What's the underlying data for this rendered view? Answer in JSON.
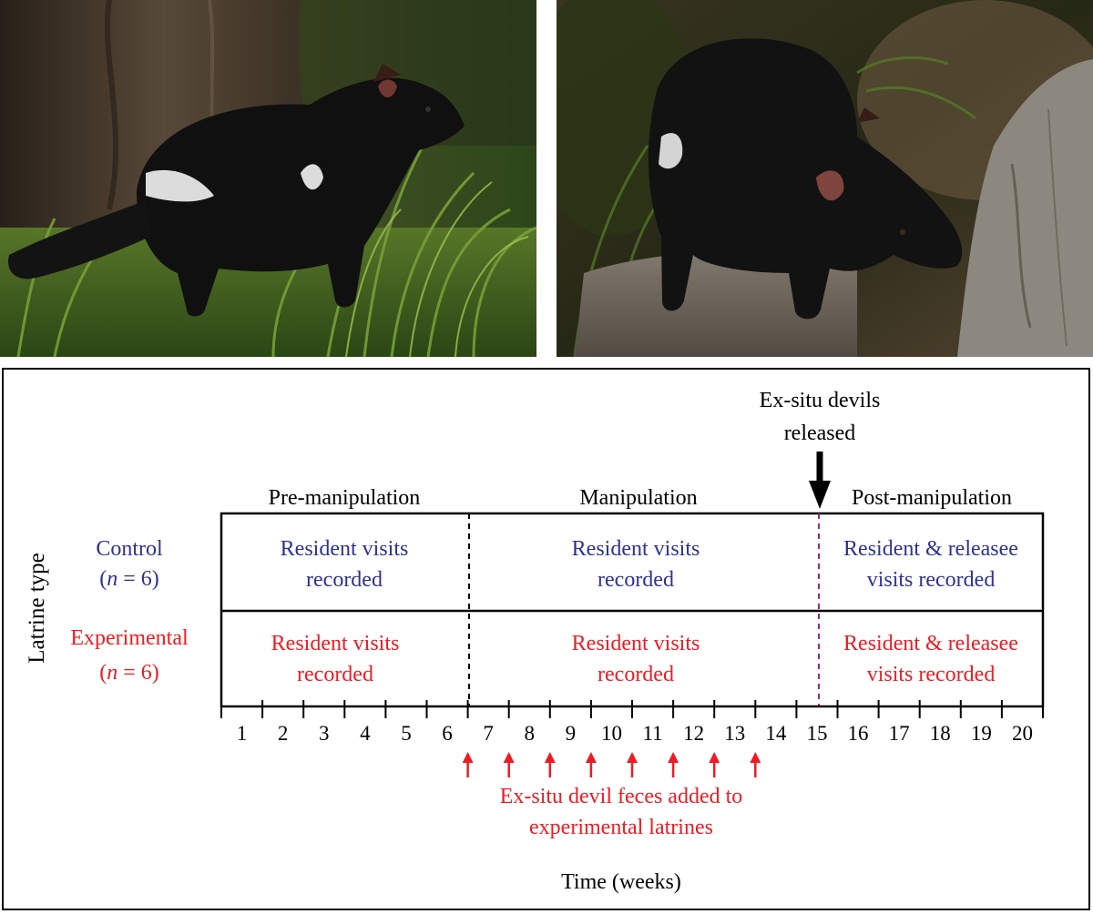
{
  "photos": [
    {
      "name": "tasmanian-devil-photo-left"
    },
    {
      "name": "tasmanian-devil-photo-right"
    }
  ],
  "diagram": {
    "y_axis_label": "Latrine type",
    "x_axis_label": "Time (weeks)",
    "release_label_line1": "Ex-situ devils",
    "release_label_line2": "released",
    "phases": {
      "pre": "Pre-manipulation",
      "manip": "Manipulation",
      "post": "Post-manipulation"
    },
    "rows": [
      {
        "label": "Control",
        "n_label": "(n = 6)",
        "n_prefix": "(",
        "n_var": "n",
        "n_suffix": " = 6)",
        "cells": [
          [
            "Resident visits",
            "recorded"
          ],
          [
            "Resident visits",
            "recorded"
          ],
          [
            "Resident & releasee",
            "visits recorded"
          ]
        ]
      },
      {
        "label": "Experimental",
        "n_label": "(n = 6)",
        "n_prefix": "(",
        "n_var": "n",
        "n_suffix": " = 6)",
        "cells": [
          [
            "Resident visits",
            "recorded"
          ],
          [
            "Resident visits",
            "recorded"
          ],
          [
            "Resident & releasee",
            "visits recorded"
          ]
        ]
      }
    ],
    "weeks": [
      "1",
      "2",
      "3",
      "4",
      "5",
      "6",
      "7",
      "8",
      "9",
      "10",
      "11",
      "12",
      "13",
      "14",
      "15",
      "16",
      "17",
      "18",
      "19",
      "20"
    ],
    "feces_weeks": [
      7,
      8,
      9,
      10,
      11,
      12,
      13,
      14
    ],
    "feces_label_line1": "Ex-situ devil feces added to",
    "feces_label_line2": "experimental latrines",
    "colors": {
      "control": "#2e3192",
      "experimental": "#ed1c24",
      "release_divider": "#92278f",
      "black": "#000000"
    }
  }
}
